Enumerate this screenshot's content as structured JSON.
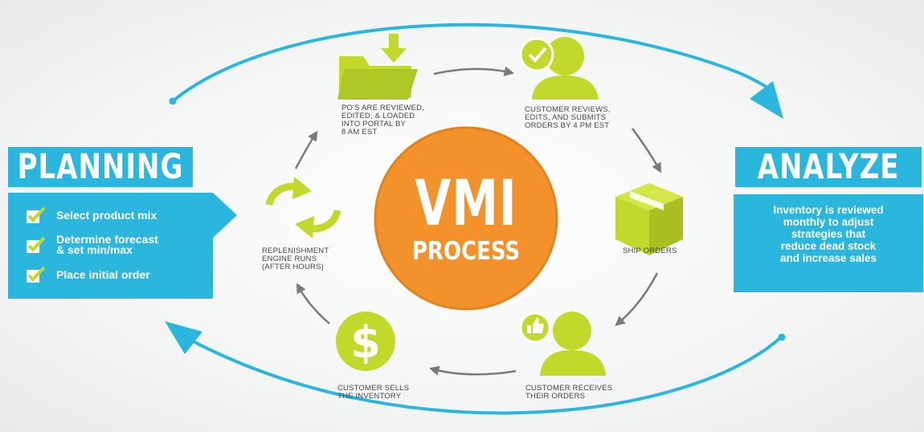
{
  "colors": {
    "blue": "#2bb6de",
    "green": "#c2d82b",
    "orange": "#f3912a",
    "arrow_gray": "#7a7a7a",
    "text_gray": "#444444"
  },
  "planning": {
    "title": "PLANNING",
    "items": [
      "Select product mix",
      "Determine forecast\n& set min/max",
      "Place initial order"
    ]
  },
  "analyze": {
    "title": "ANALYZE",
    "text": "Inventory is reviewed\nmonthly to adjust\nstrategies that\nreduce dead stock\nand increase sales"
  },
  "hub": {
    "title": "VMI",
    "subtitle": "PROCESS"
  },
  "steps": [
    {
      "icon": "folder-download-icon",
      "label": "PO'S ARE REVIEWED,\nEDITED, & LOADED\nINTO PORTAL BY\n8 AM EST"
    },
    {
      "icon": "user-check-icon",
      "label": "CUSTOMER REVIEWS,\nEDITS, AND SUBMITS\nORDERS BY 4 PM EST"
    },
    {
      "icon": "box-icon",
      "label": "SHIP ORDERS"
    },
    {
      "icon": "user-thumbs-up-icon",
      "label": "CUSTOMER RECEIVES\nTHEIR ORDERS"
    },
    {
      "icon": "dollar-coin-icon",
      "label": "CUSTOMER SELLS\nTHE INVENTORY"
    },
    {
      "icon": "refresh-cycle-icon",
      "label": "REPLENISHMENT\nENGINE RUNS\n(AFTER HOURS)"
    }
  ]
}
